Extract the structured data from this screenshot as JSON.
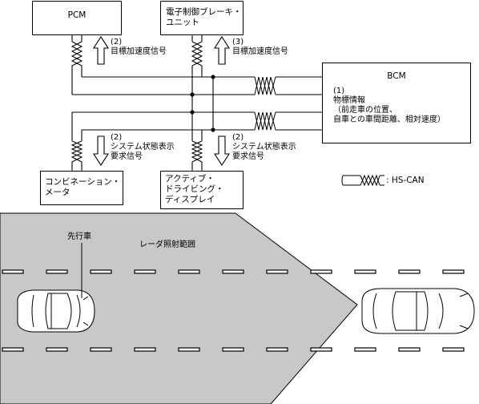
{
  "modules": {
    "pcm": "PCM",
    "ebcu_line1": "電子制御ブレーキ・",
    "ebcu_line2": "ユニット",
    "bcm": "BCM",
    "meter_line1": "コンビネーション・",
    "meter_line2": "メータ",
    "add_line1": "アクティブ・",
    "add_line2": "ドライビング・",
    "add_line3": "ディスプレイ"
  },
  "signals": {
    "pcm_num": "(2)",
    "pcm_text": "目標加速度信号",
    "ebcu_num": "(3)",
    "ebcu_text": "目標加速度信号",
    "bcm_num": "(1)",
    "bcm_text1": "物標情報",
    "bcm_text2": "（前走車の位置、",
    "bcm_text3": "自車との車間距離、相対速度）",
    "meter_num": "(2)",
    "meter_text1": "システム状態表示",
    "meter_text2": "要求信号",
    "add_num": "(2)",
    "add_text1": "システム状態表示",
    "add_text2": "要求信号"
  },
  "legend": {
    "label": ": HS-CAN"
  },
  "scene": {
    "lead_vehicle_label": "先行車",
    "radar_range_label": "レーダ照射範囲"
  },
  "colors": {
    "radar_fill": "#c8c8c8",
    "line": "#000000"
  }
}
